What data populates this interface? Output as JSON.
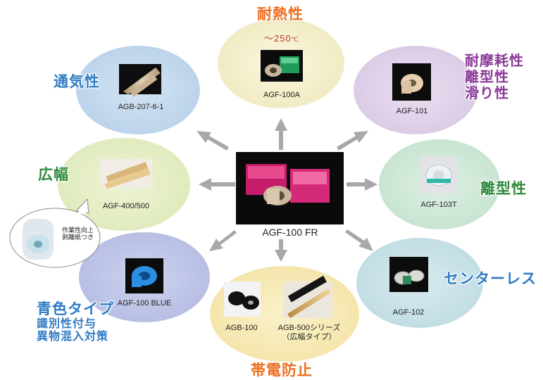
{
  "center": {
    "product": "AGF-100 FR"
  },
  "heat": {
    "title": "耐熱性",
    "temp": "～250",
    "temp_unit": "℃",
    "product": "AGF-100A"
  },
  "breath": {
    "title": "通気性",
    "product": "AGB-207-6-1"
  },
  "wear": {
    "lines": [
      "耐摩耗性",
      "離型性",
      "滑り性"
    ],
    "product": "AGF-101"
  },
  "release": {
    "title": "離型性",
    "product": "AGF-103T"
  },
  "wide": {
    "title": "広幅",
    "product": "AGF-400/500"
  },
  "callout": {
    "lines": [
      "作業性向上",
      "剥離紙つき"
    ]
  },
  "blue": {
    "title": "青色タイプ",
    "sub": [
      "識別性付与",
      "異物混入対策"
    ],
    "product": "AGF-100 BLUE"
  },
  "antistatic": {
    "title": "帯電防止",
    "product_1": "AGB-100",
    "product_2_lines": [
      "AGB-500シリーズ",
      "（広幅タイプ）"
    ]
  },
  "centerless": {
    "title": "センターレス",
    "product": "AGF-102"
  },
  "colors": {
    "orange": "#ec6d1e",
    "blue": "#2e7bc4",
    "purple": "#8b3a98",
    "green": "#2f8a3c",
    "arrow": "#a8a8a8"
  }
}
